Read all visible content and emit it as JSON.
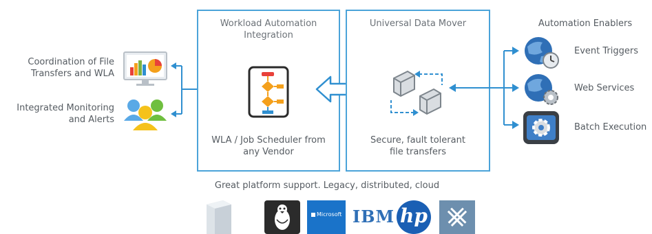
{
  "left_items": [
    {
      "label_line1": "Coordination of File",
      "label_line2": "Transfers and WLA",
      "icon": "monitor-chart-icon"
    },
    {
      "label_line1": "Integrated Monitoring",
      "label_line2": "and Alerts",
      "icon": "users-icon"
    }
  ],
  "wla_box": {
    "title_line1": "Workload Automation",
    "title_line2": "Integration",
    "footer_line1": "WLA / Job Scheduler from",
    "footer_line2": "any Vendor",
    "icon": "flowchart-icon"
  },
  "udm_box": {
    "title": "Universal Data Mover",
    "footer_line1": "Secure, fault tolerant",
    "footer_line2": "file transfers",
    "icon": "file-transfer-icon"
  },
  "enablers": {
    "title": "Automation Enablers",
    "items": [
      {
        "label": "Event Triggers",
        "icon": "globe-clock-icon"
      },
      {
        "label": "Web Services",
        "icon": "globe-gear-icon"
      },
      {
        "label": "Batch Execution",
        "icon": "gear-window-icon"
      }
    ]
  },
  "platform": {
    "caption": "Great platform support. Legacy, distributed, cloud",
    "logos": [
      {
        "name": "server-icon"
      },
      {
        "name": "linux-icon"
      },
      {
        "name": "microsoft-logo",
        "text": "Microsoft"
      },
      {
        "name": "ibm-logo",
        "text": "IBM"
      },
      {
        "name": "hp-logo",
        "text": "hp"
      },
      {
        "name": "unix-logo"
      }
    ]
  },
  "colors": {
    "accent": "#4aa3d9",
    "text": "#555b61",
    "arrow": "#2f8fd0"
  }
}
